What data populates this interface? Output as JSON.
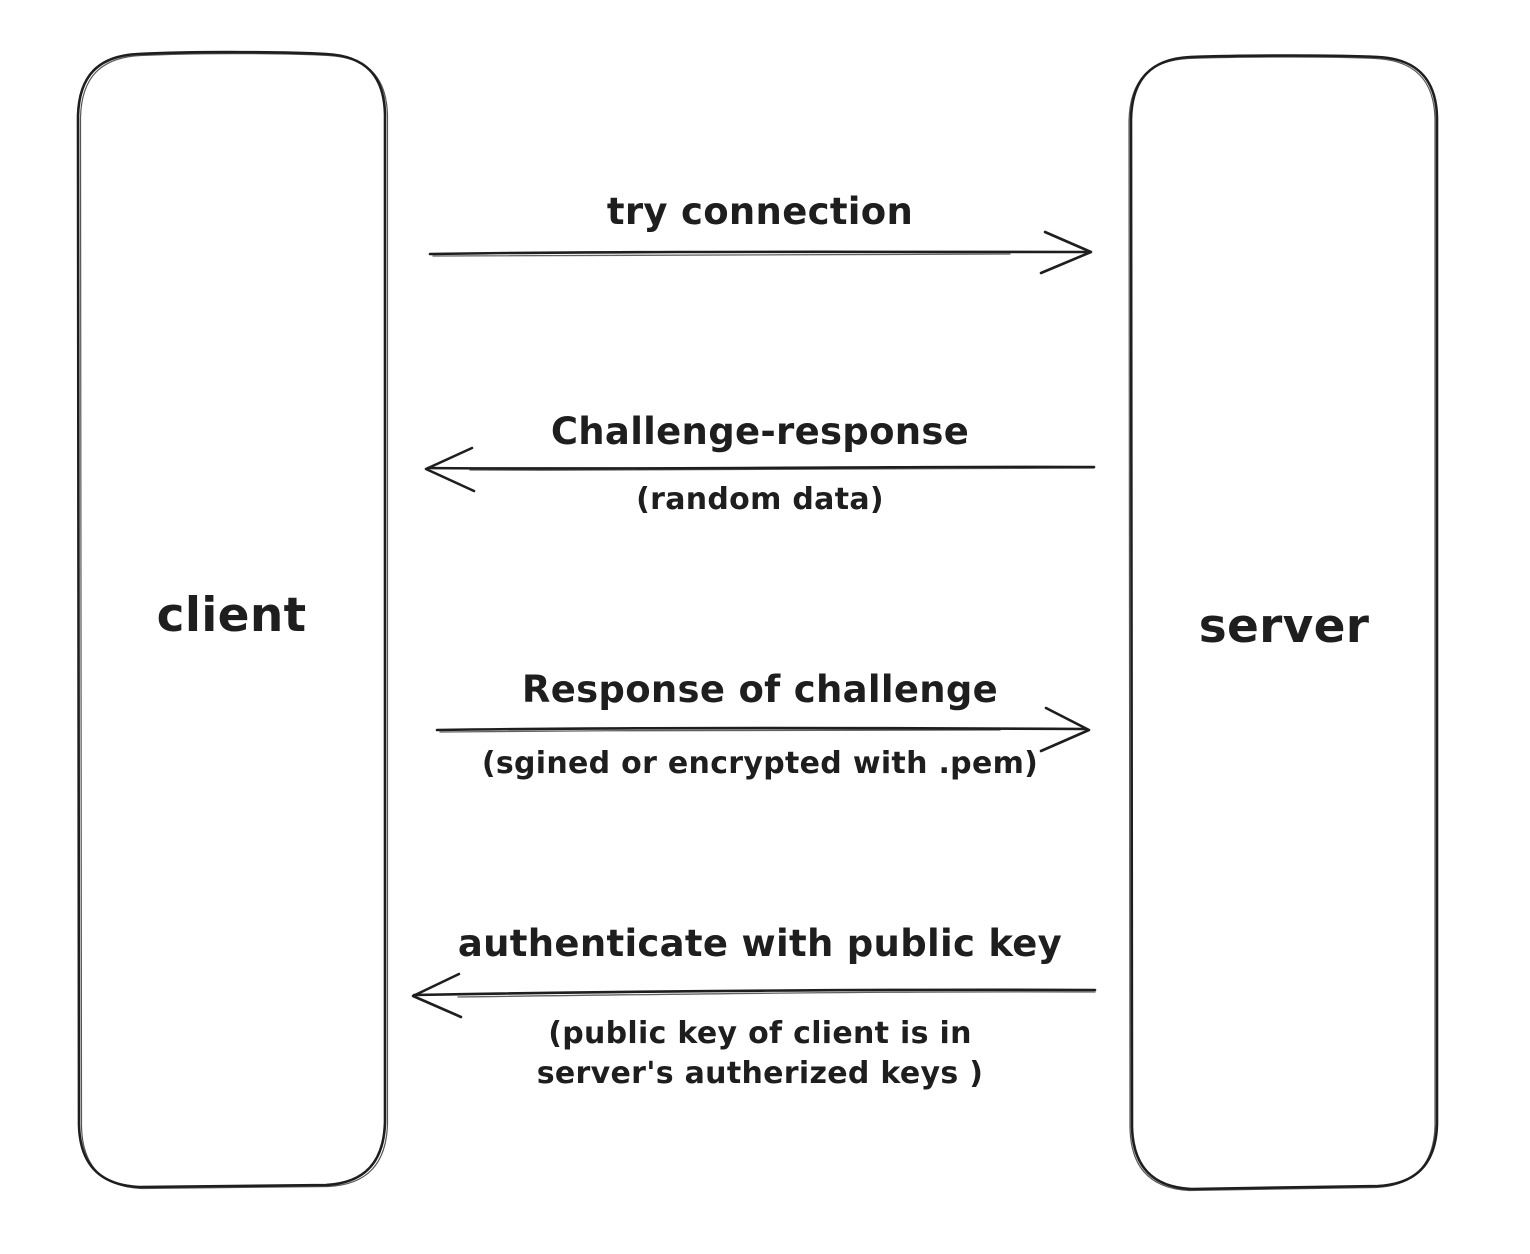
{
  "diagram": {
    "actors": {
      "client": {
        "label": "client"
      },
      "server": {
        "label": "server"
      }
    },
    "messages": [
      {
        "label": "try connection",
        "sublabel1": "",
        "sublabel2": "",
        "direction": "client-to-server"
      },
      {
        "label": "Challenge-response",
        "sublabel1": "(random data)",
        "sublabel2": "",
        "direction": "server-to-client"
      },
      {
        "label": "Response of challenge",
        "sublabel1": "(sgined or encrypted with .pem)",
        "sublabel2": "",
        "direction": "client-to-server"
      },
      {
        "label": "authenticate with public key",
        "sublabel1": "(public key of client is in",
        "sublabel2": "server's autherized keys )",
        "direction": "server-to-client"
      }
    ],
    "colors": {
      "stroke": "#1e1e1e",
      "background": "#ffffff"
    }
  }
}
